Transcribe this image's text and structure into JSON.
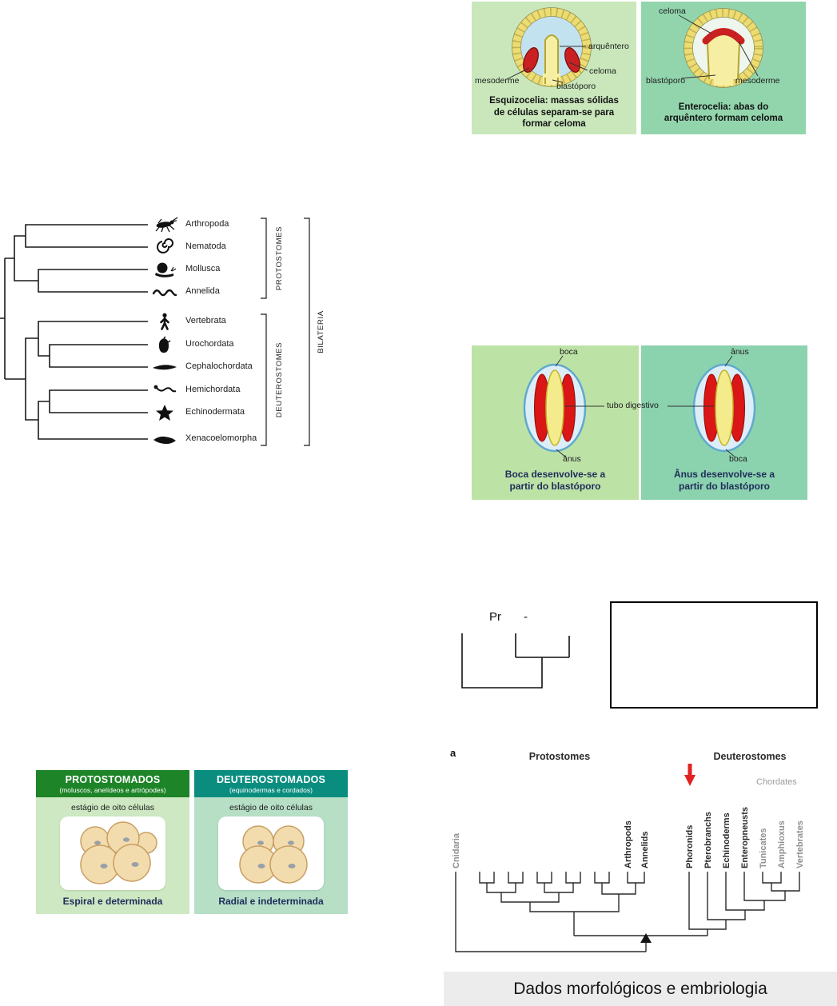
{
  "colors": {
    "panel_light_green": "#c9e7bb",
    "panel_teal_green": "#92d5ad",
    "panel_yellow_green": "#bde2a6",
    "panel_teal": "#8bd2ae",
    "cleavage_left_body": "#cde8c2",
    "cleavage_right_body": "#b6dfc6",
    "header_green": "#1e8428",
    "header_teal": "#0a8d7f",
    "mesoderm_red": "#c92121",
    "cell_yellow": "#f6efa3",
    "caption_bar_gray": "#ececec",
    "arrow_red": "#e32222"
  },
  "coelom_figure": {
    "arquentero_label": "arquêntero",
    "left": {
      "mesoderme_label": "mesoderme",
      "celoma_label": "celoma",
      "blastoporo_label": "blastóporo",
      "caption": "Esquizocelia: massas sólidas de células separam-se para formar celoma"
    },
    "right": {
      "celoma_label": "celoma",
      "blastoporo_label": "blastóporo",
      "mesoderme_label": "mesoderme",
      "caption": "Enterocelia: abas do arquêntero formam celoma"
    }
  },
  "left_cladogram": {
    "taxa": [
      {
        "label": "Arthropoda"
      },
      {
        "label": "Nematoda"
      },
      {
        "label": "Mollusca"
      },
      {
        "label": "Annelida"
      },
      {
        "label": "Vertebrata"
      },
      {
        "label": "Urochordata"
      },
      {
        "label": "Cephalochordata"
      },
      {
        "label": "Hemichordata"
      },
      {
        "label": "Echinodermata"
      },
      {
        "label": "Xenacoelomorpha"
      }
    ],
    "groups": {
      "protostomes": "PROTOSTOMES",
      "deuterostomes": "DEUTEROSTOMES",
      "bilateria": "BILATERIA"
    }
  },
  "blastopore_figure": {
    "tube_label": "tubo digestivo",
    "left": {
      "top_label": "boca",
      "bottom_label": "ânus",
      "caption": "Boca desenvolve-se a partir do blastóporo"
    },
    "right": {
      "top_label": "ânus",
      "bottom_label": "boca",
      "caption": "Ânus desenvolve-se a partir do blastóporo"
    }
  },
  "annotation": {
    "pr_text": "Pr",
    "dash_text": "-"
  },
  "cleavage_figure": {
    "left": {
      "header": "PROTOSTOMADOS",
      "subheader": "(moluscos, anelídeos e artrópodes)",
      "stage_label": "estágio de oito células",
      "caption": "Espiral e determinada"
    },
    "right": {
      "header": "DEUTEROSTOMADOS",
      "subheader": "(equinodermas e cordados)",
      "stage_label": "estágio de oito células",
      "caption": "Radial e indeterminada"
    }
  },
  "bottom_tree": {
    "panel_letter": "a",
    "protostomes_header": "Protostomes",
    "deuterostomes_header": "Deuterostomes",
    "chordates_label": "Chordates",
    "tips": [
      {
        "label": "Cnidaria",
        "gray": true
      },
      {
        "label": "Arthropods",
        "gray": false
      },
      {
        "label": "Annelids",
        "gray": false
      },
      {
        "label": "Phoronids",
        "gray": false
      },
      {
        "label": "Pterobranchs",
        "gray": false
      },
      {
        "label": "Echinoderms",
        "gray": false
      },
      {
        "label": "Enteropneusts",
        "gray": false
      },
      {
        "label": "Tunicates",
        "gray": true
      },
      {
        "label": "Amphioxus",
        "gray": true
      },
      {
        "label": "Vertebrates",
        "gray": true
      }
    ],
    "caption": "Dados morfológicos e embriologia"
  }
}
